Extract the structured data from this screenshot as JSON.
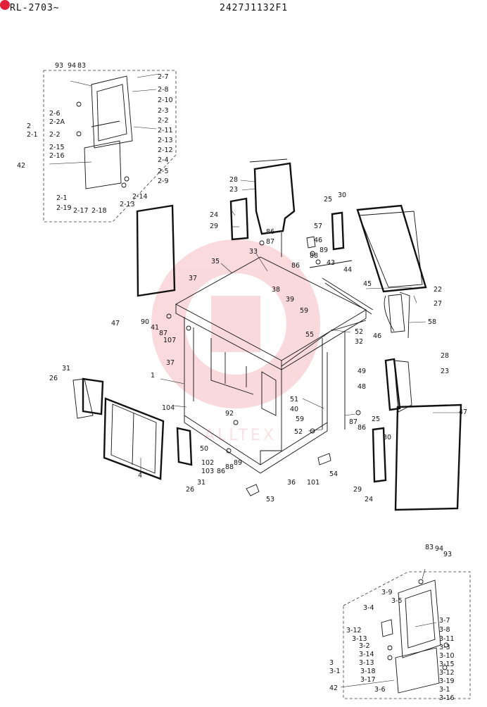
{
  "header": {
    "model": "RL-2703~",
    "part_no": "2427J1132F1"
  },
  "labels": {
    "l93a": "93",
    "l94a": "94",
    "l83a": "83",
    "l2_7": "2-7",
    "l2_8": "2-8",
    "l2_10": "2-10",
    "l2_3": "2-3",
    "l2_2a": "2-2",
    "l2_11": "2-11",
    "l2_13": "2-13",
    "l2_12": "2-12",
    "l2_4": "2-4",
    "l2_5": "2-5",
    "l2_9": "2-9",
    "l2_6": "2-6",
    "l2_2A": "2-2A",
    "l2": "2",
    "l2_1a": "2-1",
    "l2_2b": "2-2",
    "l2_15": "2-15",
    "l2_16": "2-16",
    "l42a": "42",
    "l2_1b": "2-1",
    "l2_19": "2-19",
    "l2_17": "2-17",
    "l2_18": "2-18",
    "l2_14": "2-14",
    "l2_13b": "2-13",
    "l28a": "28",
    "l23a": "23",
    "l24a": "24",
    "l29a": "29",
    "l25a": "25",
    "l30a": "30",
    "l86a": "86",
    "l87a": "87",
    "l46a": "46",
    "l57": "57",
    "l88a": "88",
    "l89a": "89",
    "l33": "33",
    "l35": "35",
    "l37a": "37",
    "l86b": "86",
    "l43": "43",
    "l44": "44",
    "l38": "38",
    "l39": "39",
    "l45": "45",
    "l59a": "59",
    "l22": "22",
    "l27": "27",
    "l58": "58",
    "l46b": "46",
    "l52a": "52",
    "l32": "32",
    "l55": "55",
    "l47a": "47",
    "l90": "90",
    "l41": "41",
    "l87b": "87",
    "l107": "107",
    "l28b": "28",
    "l23b": "23",
    "l49": "49",
    "l48": "48",
    "l37b": "37",
    "l31a": "31",
    "l1": "1",
    "l26a": "26",
    "l104": "104",
    "l92": "92",
    "l51": "51",
    "l40": "40",
    "l59b": "59",
    "l87c": "87",
    "l86c": "86",
    "l25b": "25",
    "l30b": "30",
    "l47b": "47",
    "l52b": "52",
    "l50": "50",
    "l102": "102",
    "l103": "103",
    "l86d": "86",
    "l88b": "88",
    "l89b": "89",
    "l4": "4",
    "l54": "54",
    "l36": "36",
    "l101": "101",
    "l29b": "29",
    "l24b": "24",
    "l31b": "31",
    "l26b": "26",
    "l53": "53",
    "l83b": "83",
    "l94b": "94",
    "l93b": "93",
    "l3_9": "3-9",
    "l3_5": "3-5",
    "l3_4": "3-4",
    "l3_7": "3-7",
    "l3_8": "3-8",
    "l3_12a": "3-12",
    "l3_13a": "3-13",
    "l3_11": "3-11",
    "l3_2": "3-2",
    "l3_14": "3-14",
    "l3_3": "3-3",
    "l3_10": "3-10",
    "l3_13b": "3-13",
    "l3_15": "3-15",
    "l3": "3",
    "l3_1a": "3-1",
    "l3_18": "3-18",
    "l3_12b": "3-12",
    "l3_17": "3-17",
    "l3_19": "3-19",
    "l42b": "42",
    "l3_6": "3-6",
    "l3_1b": "3-1",
    "l3_16": "3-16"
  },
  "watermark": "ALLTEX"
}
